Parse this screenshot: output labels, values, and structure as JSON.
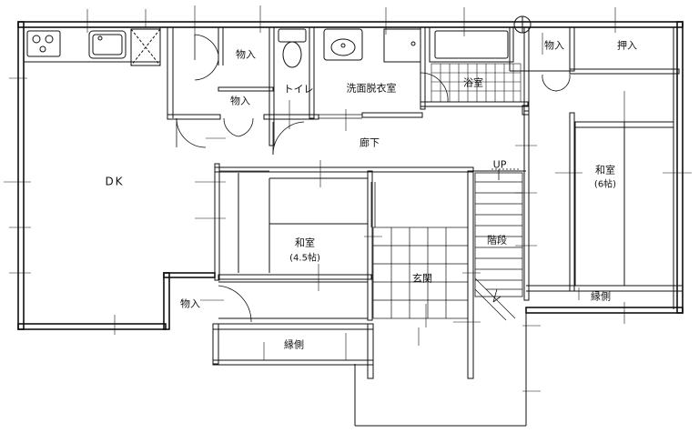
{
  "rooms": {
    "dk": "DK",
    "storage_kitchen_top": "物入",
    "storage_mid": "物入",
    "toilet": "トイレ",
    "washroom": "洗面脱衣室",
    "bath": "浴室",
    "storage_right_top": "物入",
    "closet_right": "押入",
    "corridor": "廊下",
    "up_mark": "UP",
    "japanese_room_6": "和室",
    "japanese_room_6_size": "(6帖)",
    "japanese_room_45": "和室",
    "japanese_room_45_size": "(4.5帖)",
    "stairs": "階段",
    "entrance": "玄関",
    "storage_bottom": "物入",
    "veranda_bottom": "縁側",
    "veranda_right": "縁側"
  }
}
